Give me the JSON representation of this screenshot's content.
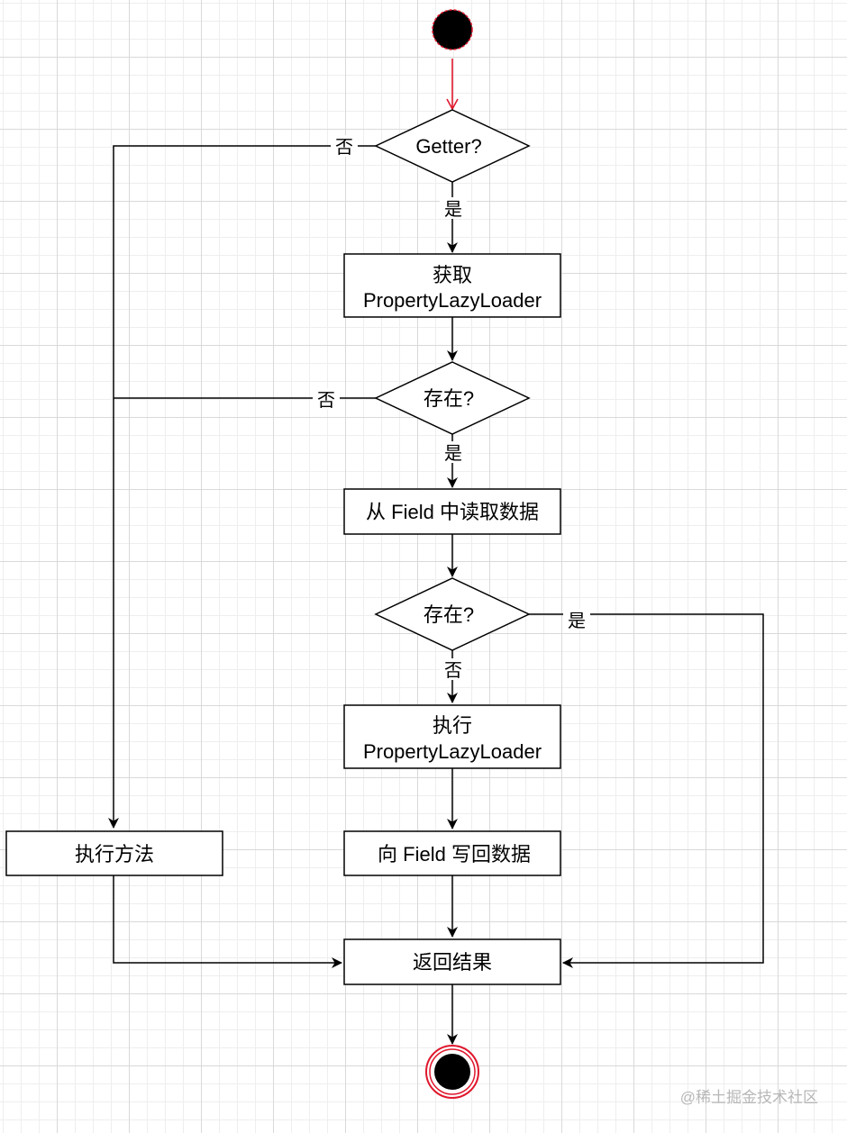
{
  "nodes": {
    "q_getter": "Getter?",
    "get_loader": [
      "获取",
      "PropertyLazyLoader"
    ],
    "q_exists_1": "存在?",
    "read_field": "从 Field 中读取数据",
    "q_exists_2": "存在?",
    "run_loader": [
      "执行",
      "PropertyLazyLoader"
    ],
    "run_method": "执行方法",
    "write_back": "向 Field 写回数据",
    "return_result": "返回结果"
  },
  "edges": {
    "getter_no": "否",
    "getter_yes": "是",
    "exists1_no": "否",
    "exists1_yes": "是",
    "exists2_yes": "是",
    "exists2_no": "否"
  },
  "watermark": "@稀土掘金技术社区",
  "colors": {
    "start_fill": "#000000",
    "start_border": "#e0182d",
    "start_arrow": "#e0182d",
    "end_ring": "#e0182d",
    "line": "#000000",
    "node_fill": "#ffffff"
  }
}
